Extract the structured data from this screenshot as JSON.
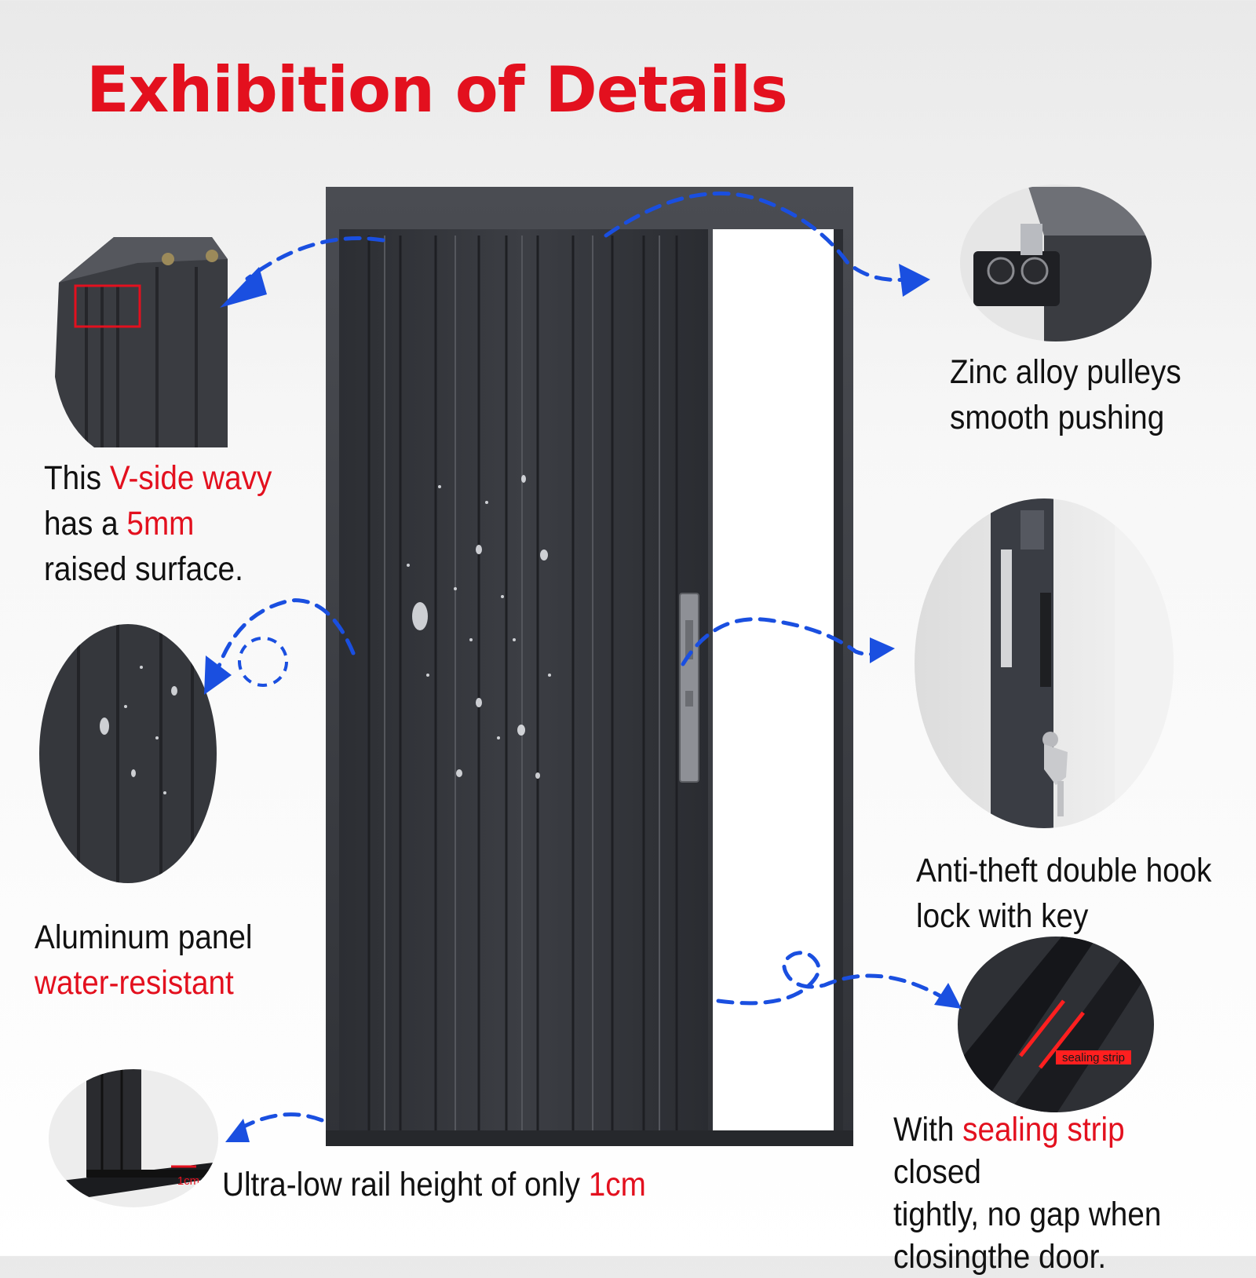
{
  "title": "Exhibition of Details",
  "callouts": {
    "vside": {
      "pre": "This ",
      "highlight": "V-side wavy",
      "mid": "has a ",
      "highlight2": "5mm",
      "post": "raised surface."
    },
    "water": {
      "line1": "Aluminum panel",
      "highlight": "water-resistant"
    },
    "pulley": {
      "line1": "Zinc alloy pulleys",
      "line2": "smooth pushing"
    },
    "lock": {
      "line1": "Anti-theft double hook",
      "line2": "lock with key"
    },
    "rail": {
      "pre": "Ultra-low rail height of only ",
      "highlight": "1cm",
      "inset_label": "1cm"
    },
    "seal": {
      "pre": "With ",
      "highlight": "sealing strip",
      "post": " closed",
      "line2": "tightly, no gap when",
      "line3": "closingthe door.",
      "inset_label": "sealing strip"
    }
  },
  "colors": {
    "accent_red": "#e3101e",
    "arrow_blue": "#1a4fe0",
    "door_dark": "#33353a"
  }
}
